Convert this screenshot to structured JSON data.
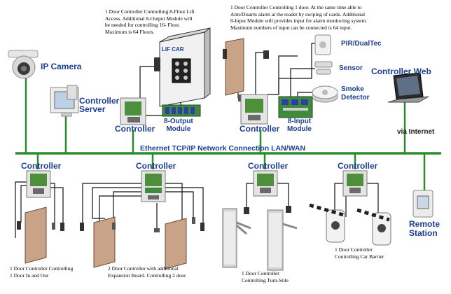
{
  "network": {
    "label": "Ethernet TCP/IP Network Connection LAN/WAN"
  },
  "nodes": {
    "ip_camera": "IP Camera",
    "controller_server": "Controller\nServer",
    "controller_web": "Controller Web",
    "via_internet": "via Internet",
    "remote_station": "Remote\nStation",
    "lif_car": "LIF CAR",
    "pir": "PIR/DualTec",
    "sensor": "Sensor",
    "smoke": "Smoke\nDetector",
    "output_module": "8-Output\nModule",
    "input_module": "8-Input\nModule",
    "controller": "Controller"
  },
  "notes": {
    "lift": "1 Door Controller Controlling 8-Floor Lift\nAccess. Additional 8-Output Module will\nbe needed for controlling 16- Floor.\nMaximum is 64 Floors.",
    "alarm": "1 Door Controller Controlling 1 door. At the same time able to\nArm/Disarm alarm at the reader by swiping of cards. Additional\n8-Input Module will provides input for alarm monitoring system.\nMaximum numbers of input can be connected is 64 input.",
    "door_in_out": "1 Door Controller Controlling\n1 Door In and Our",
    "two_door": "2 Door Controller with additional\nExpansion Board. Controlling 2 door",
    "turnstile": "1 Door Controller\nControlling Turn-Stile",
    "car_barrier": "1 Door Controller\nControlling Car Barrier"
  }
}
